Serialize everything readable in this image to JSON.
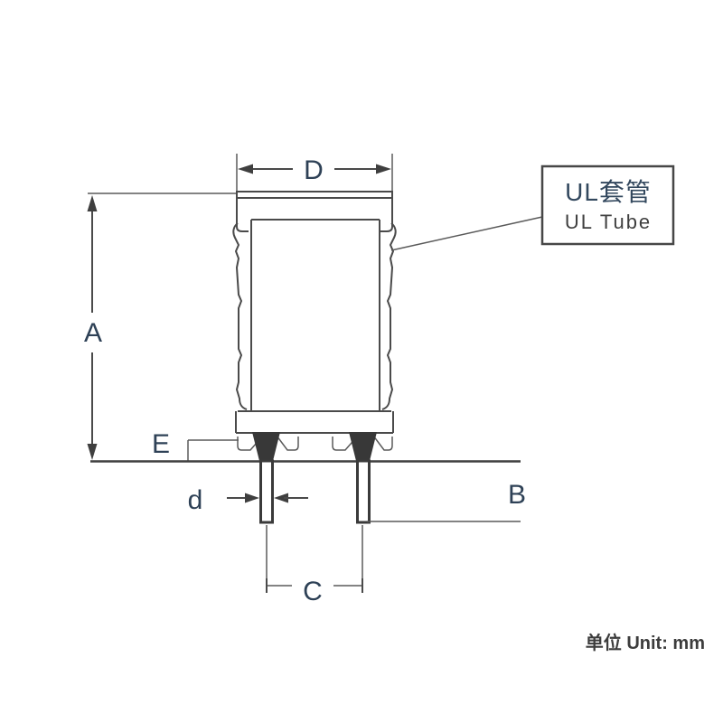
{
  "diagram": {
    "type": "technical-dimension-drawing",
    "dimension_labels": {
      "height": "A",
      "pin_length": "B",
      "pin_pitch": "C",
      "width": "D",
      "standoff": "E",
      "pin_diameter": "d"
    },
    "callout": {
      "title_zh": "UL套管",
      "title_en": "UL Tube"
    },
    "footer": {
      "unit_note": "单位 Unit: mm"
    },
    "colors": {
      "line": "#4a4a4a",
      "label": "#2e4156",
      "terminal_fill": "#383838",
      "background": "#ffffff"
    }
  }
}
